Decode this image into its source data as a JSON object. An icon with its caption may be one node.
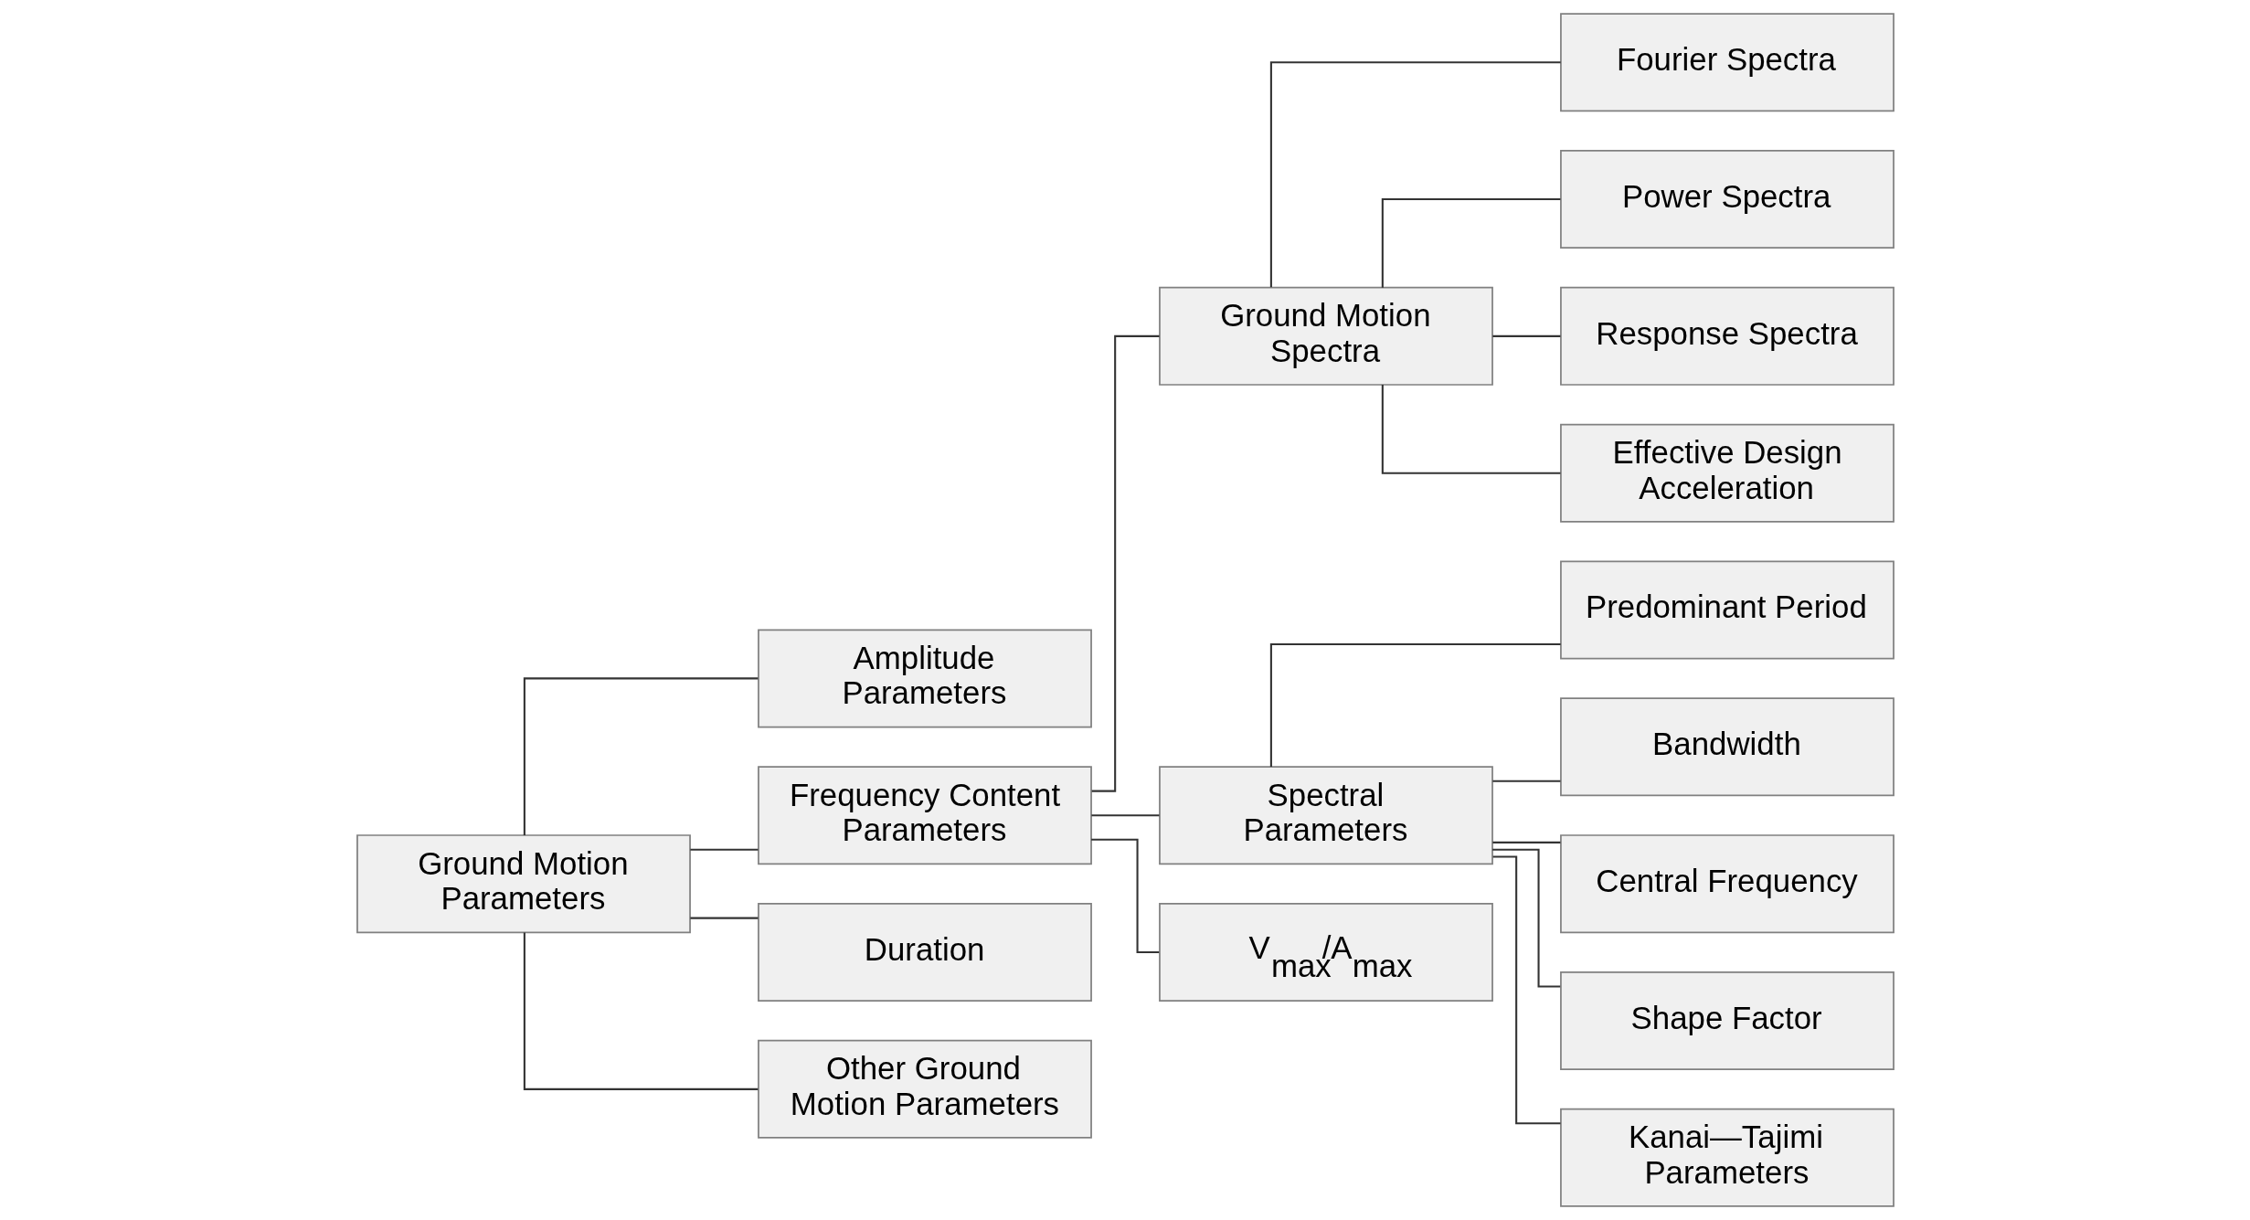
{
  "diagram": {
    "nodes": [
      {
        "text": [
          "Ground Motion Parameters"
        ]
      },
      {
        "text": [
          "Amplitude Parameters"
        ]
      },
      {
        "text": [
          "Frequency Content Parameters"
        ]
      },
      {
        "text": [
          "Duration"
        ]
      },
      {
        "text": [
          "Other Ground Motion Parameters"
        ]
      },
      {
        "text": [
          "Ground Motion Spectra"
        ]
      },
      {
        "text": [
          "Spectral Parameters"
        ]
      },
      {
        "text": [
          "V$_{max}$/A$_{max}$"
        ]
      },
      {
        "text": [
          "Fourier Spectra"
        ]
      },
      {
        "text": [
          "Power Spectra"
        ]
      },
      {
        "text": [
          "Response Spectra"
        ]
      },
      {
        "text": [
          "Effective Design Acceleration"
        ]
      },
      {
        "text": [
          "Predominant Period"
        ]
      },
      {
        "text": [
          "Bandwidth"
        ]
      },
      {
        "text": [
          "Central Frequency"
        ]
      },
      {
        "text": [
          "Shape Factor"
        ]
      },
      {
        "text": [
          "Kanai—Tajimi Parameters"
        ]
      }
    ],
    "edges": [
      {
        "from": 0,
        "to": 1,
        "arrow": "none"
      },
      {
        "from": 0,
        "to": 2,
        "arrow": "none"
      },
      {
        "from": 0,
        "to": 3,
        "arrow": "none"
      },
      {
        "from": 0,
        "to": 4,
        "arrow": "none"
      },
      {
        "from": 2,
        "to": 5,
        "arrow": "none"
      },
      {
        "from": 2,
        "to": 6,
        "arrow": "none"
      },
      {
        "from": 2,
        "to": 7,
        "arrow": "none"
      },
      {
        "from": 5,
        "to": 8,
        "arrow": "none"
      },
      {
        "from": 5,
        "to": 9,
        "arrow": "none"
      },
      {
        "from": 5,
        "to": 10,
        "arrow": "none"
      },
      {
        "from": 5,
        "to": 11,
        "arrow": "none"
      },
      {
        "from": 6,
        "to": 12,
        "arrow": "none"
      },
      {
        "from": 6,
        "to": 13,
        "arrow": "none"
      },
      {
        "from": 6,
        "to": 14,
        "arrow": "none"
      },
      {
        "from": 6,
        "to": 15,
        "arrow": "none"
      },
      {
        "from": 6,
        "to": 16,
        "arrow": "none"
      }
    ]
  }
}
